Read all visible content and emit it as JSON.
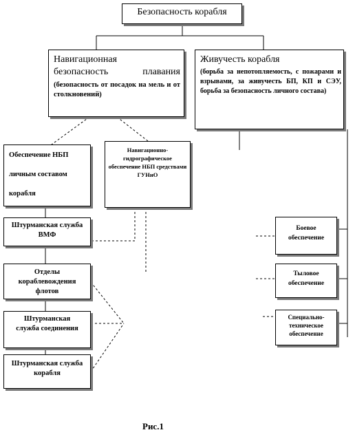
{
  "diagram": {
    "root": {
      "label": "Безопасность корабля"
    },
    "nav": {
      "title_line1": "Навигационная",
      "title_line2": "безопасность плавания",
      "sub": "(безопасность от посадок на мель и от столкновений)"
    },
    "surv": {
      "title": "Живучесть корабля",
      "sub": "(борьба за непотопляемость, с пожарами и взрывами, за живучесть БП, КП и СЭУ, борьба за безопасность личного состава)"
    },
    "personnel": {
      "line1": "Обеспечение НБП",
      "line2": "личным составом",
      "line3": "корабля"
    },
    "hydro": {
      "label": "Навигационно-гидрографическое обеспечение НБП средствами ГУНиО"
    },
    "vmf": {
      "label": "Штурманская служба ВМФ"
    },
    "fleets": {
      "label": "Отделы кораблевождения флотов"
    },
    "formation": {
      "label": "Штурманская служба соединения"
    },
    "ship": {
      "label": "Штурманская служба корабля"
    },
    "combat": {
      "label": "Боевое обеспечение"
    },
    "rear": {
      "label": "Тыловое обеспечение"
    },
    "special": {
      "label": "Специально-техническое обеспечение"
    }
  },
  "caption": "Рис.1"
}
